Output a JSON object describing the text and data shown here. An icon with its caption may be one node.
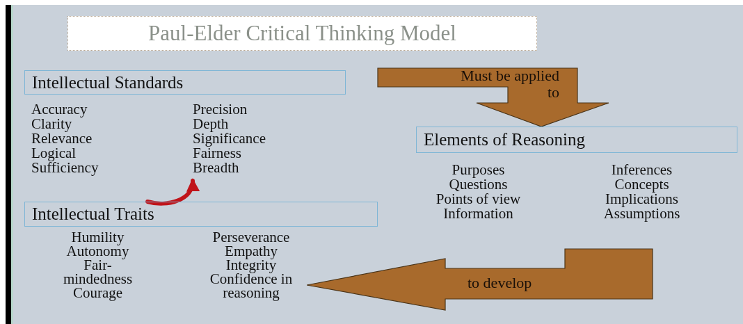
{
  "diagram": {
    "title": "Paul-Elder Critical Thinking Model",
    "nodes": [
      {
        "text": [
          "Intellectual Standards"
        ]
      },
      {
        "text": [
          "Accuracy",
          "Precision",
          "Clarity",
          "Depth",
          "Relevance",
          "Significance",
          "Logical",
          "Fairness",
          "Sufficiency",
          "Breadth"
        ]
      },
      {
        "text": [
          "Elements of Reasoning"
        ]
      },
      {
        "text": [
          "Purposes",
          "Inferences",
          "Questions",
          "Concepts",
          "Points of view",
          "Implications",
          "Information",
          "Assumptions"
        ]
      },
      {
        "text": [
          "Intellectual Traits"
        ]
      },
      {
        "text": [
          "Humility",
          "Perseverance",
          "Autonomy",
          "Empathy",
          "Fair-mindedness",
          "Integrity",
          "Courage",
          "Confidence in reasoning"
        ]
      }
    ],
    "edges": [
      {
        "from": null,
        "to": 2,
        "arrow": "to",
        "label": "Must be applied to",
        "style": "thick",
        "color": "#a86a2c"
      },
      {
        "from": null,
        "to": 5,
        "arrow": "to",
        "label": "to develop",
        "style": "thick",
        "color": "#a86a2c"
      },
      {
        "from": 4,
        "to": 1,
        "arrow": "to",
        "color": "#c0141a"
      }
    ]
  }
}
